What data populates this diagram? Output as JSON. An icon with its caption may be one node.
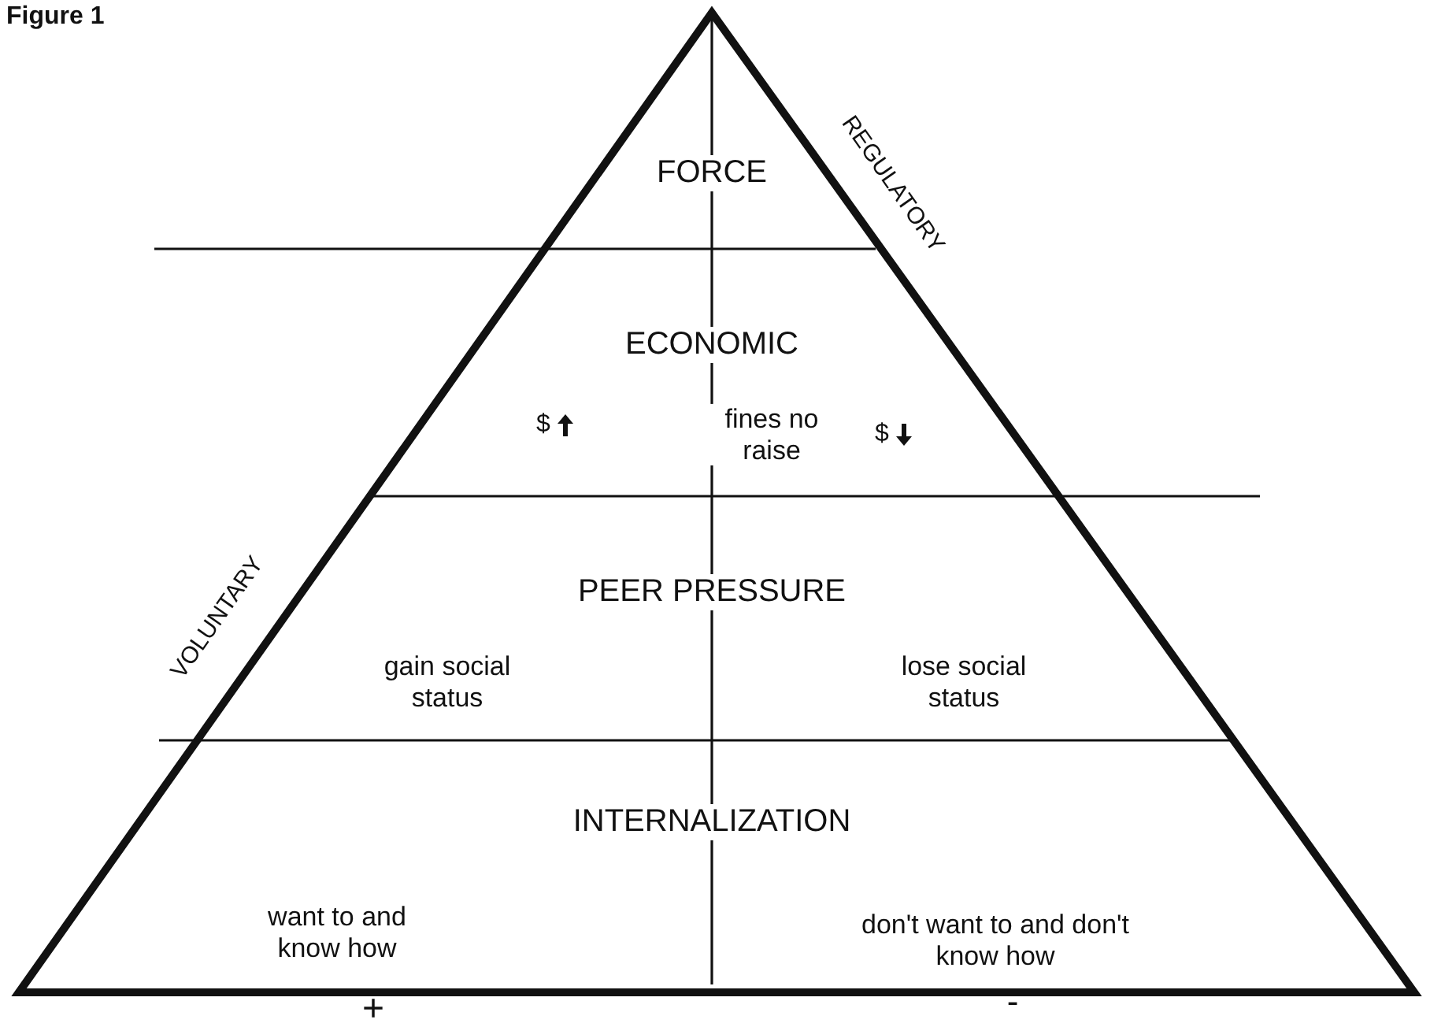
{
  "diagram": {
    "title": "Figure 1",
    "nodes": [
      {
        "text": [
          "FORCE"
        ]
      },
      {
        "text": [
          "ECONOMIC",
          "$",
          "fines no raise",
          "$"
        ]
      },
      {
        "text": [
          "PEER PRESSURE",
          "gain social status",
          "lose social status"
        ]
      },
      {
        "text": [
          "INTERNALIZATION",
          "want to and know how",
          "don't want to and don't know how"
        ]
      }
    ],
    "edges": [],
    "labels": [
      "REGULATORY",
      "VOLUNTARY",
      "+",
      "-"
    ]
  }
}
